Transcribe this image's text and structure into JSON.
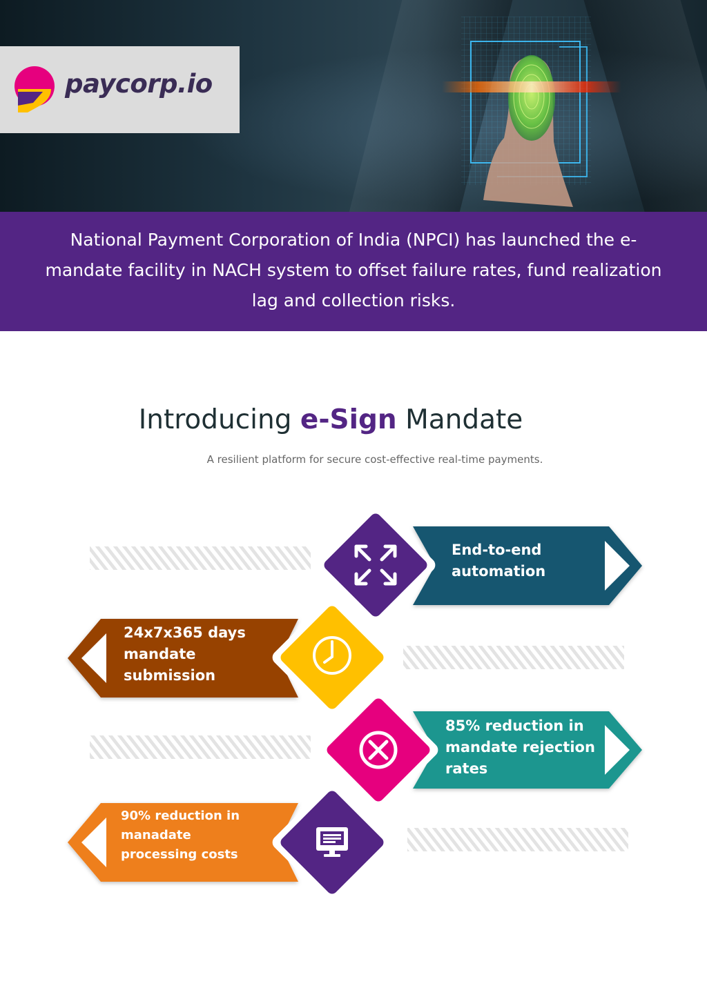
{
  "brand": {
    "name": "paycorp.io",
    "colors": {
      "purple": "#532584",
      "magenta": "#e6007e",
      "yellow": "#ffc000"
    }
  },
  "hero": {
    "image": "fingerprint-scan-image"
  },
  "intro_text": "National Payment Corporation of India (NPCI) has launched the e-mandate facility in NACH system to offset failure rates, fund realization lag and collection risks.",
  "heading": {
    "prefix": "Introducing ",
    "highlight": "e-Sign",
    "suffix": " Mandate"
  },
  "subheading": "A resilient platform for secure cost-effective real-time payments.",
  "features": [
    {
      "label": "End-to-end automation",
      "icon": "expand-arrows-icon",
      "color": "#125770",
      "diamond": "#532584"
    },
    {
      "label": "24x7x365 days mandate submission",
      "icon": "clock-icon",
      "color": "#974300",
      "diamond": "#ffc000"
    },
    {
      "label": "85% reduction in mandate rejection rates",
      "icon": "close-circle-icon",
      "color": "#1f968f",
      "diamond": "#e6007e"
    },
    {
      "label": "90% reduction in manadate processing costs",
      "icon": "monitor-icon",
      "color": "#ee7f1e",
      "diamond": "#532584"
    }
  ]
}
